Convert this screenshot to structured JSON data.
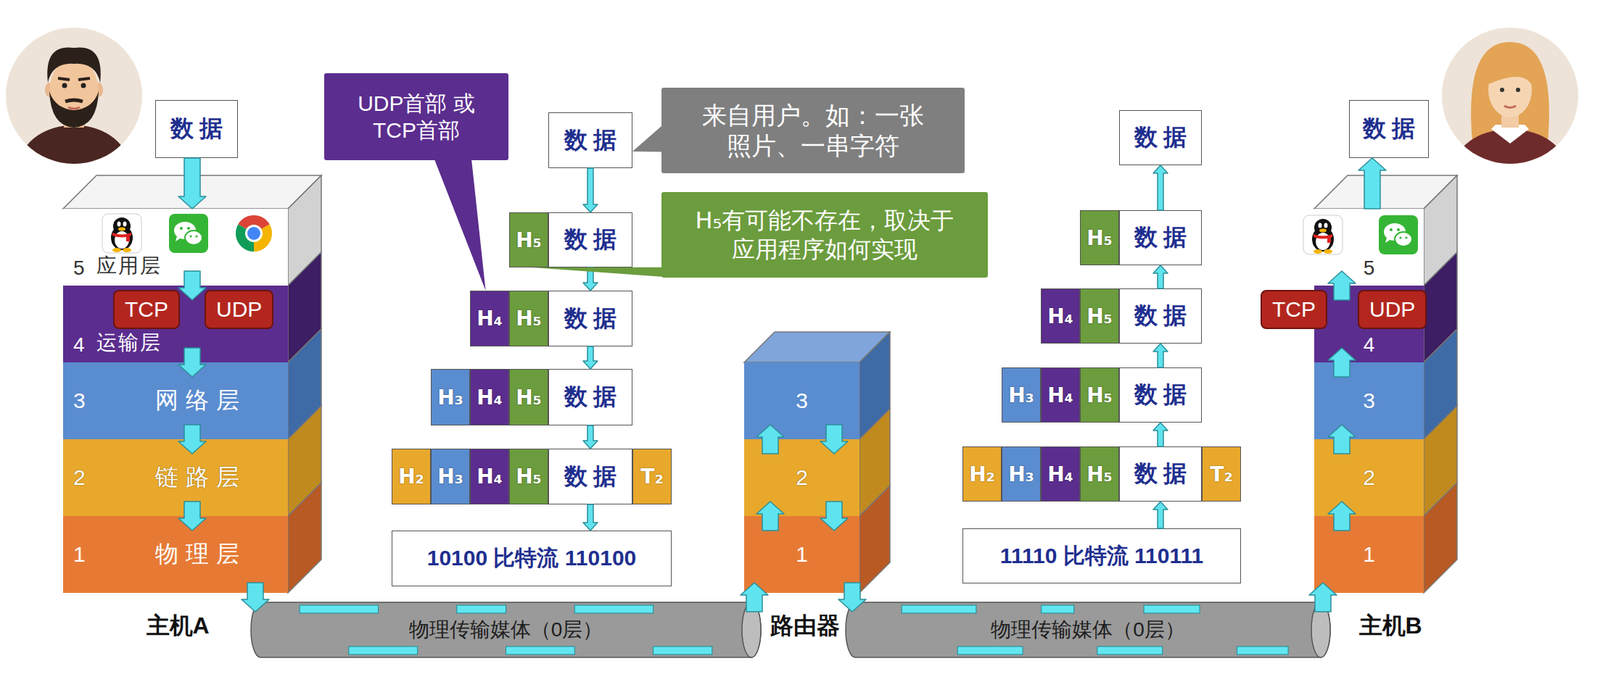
{
  "diagram": {
    "nodes": [
      {
        "text": [
          "数据"
        ]
      },
      {
        "text": [
          "5",
          "应用层"
        ]
      },
      {
        "text": [
          "4",
          "运输层"
        ]
      },
      {
        "text": [
          "TCP"
        ],
        "in": 2
      },
      {
        "text": [
          "UDP"
        ],
        "in": 2
      },
      {
        "text": [
          "3",
          "网络层"
        ]
      },
      {
        "text": [
          "2",
          "链路层"
        ]
      },
      {
        "text": [
          "1",
          "物理层"
        ]
      },
      {
        "text": [
          "UDP首部 或 TCP首部"
        ]
      },
      {
        "text": [
          "数据"
        ]
      },
      {
        "text": [
          "来自用户。如：一张照片、一串字符"
        ]
      },
      {
        "text": [
          "H₅"
        ]
      },
      {
        "text": [
          "数据"
        ]
      },
      {
        "text": [
          "H₅有可能不存在，取决于应用程序如何实现"
        ]
      },
      {
        "text": [
          "H₄"
        ]
      },
      {
        "text": [
          "H₅"
        ]
      },
      {
        "text": [
          "数据"
        ]
      },
      {
        "text": [
          "H₃"
        ]
      },
      {
        "text": [
          "H₄"
        ]
      },
      {
        "text": [
          "H₅"
        ]
      },
      {
        "text": [
          "数据"
        ]
      },
      {
        "text": [
          "H₂"
        ]
      },
      {
        "text": [
          "H₃"
        ]
      },
      {
        "text": [
          "H₄"
        ]
      },
      {
        "text": [
          "H₅"
        ]
      },
      {
        "text": [
          "数据"
        ]
      },
      {
        "text": [
          "T₂"
        ]
      },
      {
        "text": [
          "10100 比特流 110100"
        ]
      },
      {
        "text": [
          "物理传输媒体（0层）"
        ]
      },
      {
        "text": [
          "3"
        ]
      },
      {
        "text": [
          "2"
        ]
      },
      {
        "text": [
          "1"
        ]
      },
      {
        "text": [
          "物理传输媒体（0层）"
        ]
      },
      {
        "text": [
          "数据"
        ]
      },
      {
        "text": [
          "H₅"
        ]
      },
      {
        "text": [
          "数据"
        ]
      },
      {
        "text": [
          "H₄"
        ]
      },
      {
        "text": [
          "H₅"
        ]
      },
      {
        "text": [
          "数据"
        ]
      },
      {
        "text": [
          "H₃"
        ]
      },
      {
        "text": [
          "H₄"
        ]
      },
      {
        "text": [
          "H₅"
        ]
      },
      {
        "text": [
          "数据"
        ]
      },
      {
        "text": [
          "H₂"
        ]
      },
      {
        "text": [
          "H₃"
        ]
      },
      {
        "text": [
          "H₄"
        ]
      },
      {
        "text": [
          "H₅"
        ]
      },
      {
        "text": [
          "数据"
        ]
      },
      {
        "text": [
          "T₂"
        ]
      },
      {
        "text": [
          "11110 比特流 110111"
        ]
      },
      {
        "text": [
          "数据"
        ]
      },
      {
        "text": [
          "5"
        ]
      },
      {
        "text": [
          "4"
        ]
      },
      {
        "text": [
          "TCP"
        ],
        "in": 52
      },
      {
        "text": [
          "UDP"
        ],
        "in": 52
      },
      {
        "text": [
          "3"
        ]
      },
      {
        "text": [
          "2"
        ]
      },
      {
        "text": [
          "1"
        ]
      }
    ],
    "edges": [
      {
        "from": 0,
        "to": 1,
        "arrow": "to"
      },
      {
        "from": 1,
        "to": 2,
        "arrow": "to"
      },
      {
        "from": 2,
        "to": 5,
        "arrow": "to"
      },
      {
        "from": 5,
        "to": 6,
        "arrow": "to"
      },
      {
        "from": 6,
        "to": 7,
        "arrow": "to"
      },
      {
        "from": 7,
        "to": 28,
        "arrow": "to"
      },
      {
        "from": 28,
        "to": 31,
        "arrow": "to"
      },
      {
        "from": 31,
        "to": 30,
        "arrow": "to"
      },
      {
        "from": 30,
        "to": 29,
        "arrow": "to"
      },
      {
        "from": 29,
        "to": 30,
        "arrow": "to"
      },
      {
        "from": 30,
        "to": 31,
        "arrow": "to"
      },
      {
        "from": 31,
        "to": 32,
        "arrow": "to"
      },
      {
        "from": 32,
        "to": 57,
        "arrow": "to"
      },
      {
        "from": 57,
        "to": 56,
        "arrow": "to"
      },
      {
        "from": 56,
        "to": 55,
        "arrow": "to"
      },
      {
        "from": 55,
        "to": 52,
        "arrow": "to"
      },
      {
        "from": 52,
        "to": 51,
        "arrow": "to"
      },
      {
        "from": 51,
        "to": 50,
        "arrow": "to"
      },
      {
        "from": 9,
        "to": 12,
        "arrow": "to"
      },
      {
        "from": 12,
        "to": 16,
        "arrow": "to"
      },
      {
        "from": 16,
        "to": 20,
        "arrow": "to"
      },
      {
        "from": 20,
        "to": 25,
        "arrow": "to"
      },
      {
        "from": 25,
        "to": 27,
        "arrow": "to"
      },
      {
        "from": 49,
        "to": 47,
        "arrow": "to"
      },
      {
        "from": 47,
        "to": 42,
        "arrow": "to"
      },
      {
        "from": 42,
        "to": 38,
        "arrow": "to"
      },
      {
        "from": 38,
        "to": 35,
        "arrow": "to"
      },
      {
        "from": 35,
        "to": 33,
        "arrow": "to"
      },
      {
        "from": 8,
        "to": 14,
        "arrow": "none"
      },
      {
        "from": 10,
        "to": 9,
        "arrow": "none"
      },
      {
        "from": 13,
        "to": 11,
        "arrow": "none"
      }
    ],
    "labels": [
      "主机A",
      "路由器",
      "主机B"
    ]
  }
}
